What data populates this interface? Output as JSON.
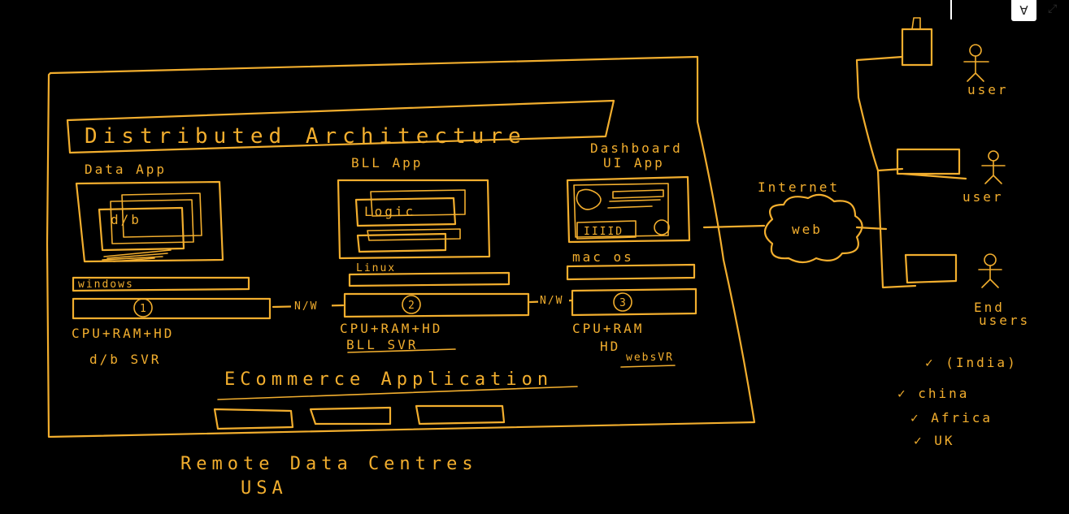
{
  "toolbar": {
    "pen_tool_glyph": "∀",
    "expand_glyph": "⤢"
  },
  "colors": {
    "ink": "#F2AE2E",
    "background": "#000000"
  },
  "diagram": {
    "title": "Distributed Architecture",
    "tiers": [
      {
        "app_label": "Data App",
        "screen_text": "d/b",
        "os_label": "windows",
        "node_number": "1",
        "hardware": "CPU+RAM+HD",
        "server_label": "d/b SVR"
      },
      {
        "app_label": "BLL App",
        "screen_text": "Logic",
        "os_label": "Linux",
        "node_number": "2",
        "hardware": "CPU+RAM+HD",
        "server_label": "BLL SVR"
      },
      {
        "app_label_line1": "Dashboard",
        "app_label_line2": "UI App",
        "screen_text": "IIIID",
        "os_label": "mac os",
        "node_number": "3",
        "hardware_line1": "CPU+RAM",
        "hardware_line2": "HD",
        "server_label": "websVR"
      }
    ],
    "network_links": [
      "N/W",
      "N/W"
    ],
    "app_caption": "ECommerce Application",
    "footer_line1": "Remote Data Centres",
    "footer_line2": "USA",
    "internet_label": "Internet",
    "cloud_label": "web",
    "user_labels": [
      "user",
      "user"
    ],
    "end_users_line1": "End",
    "end_users_line2": "users",
    "regions": [
      "✓ (India)",
      "✓ china",
      "✓ Africa",
      "✓ UK"
    ]
  }
}
